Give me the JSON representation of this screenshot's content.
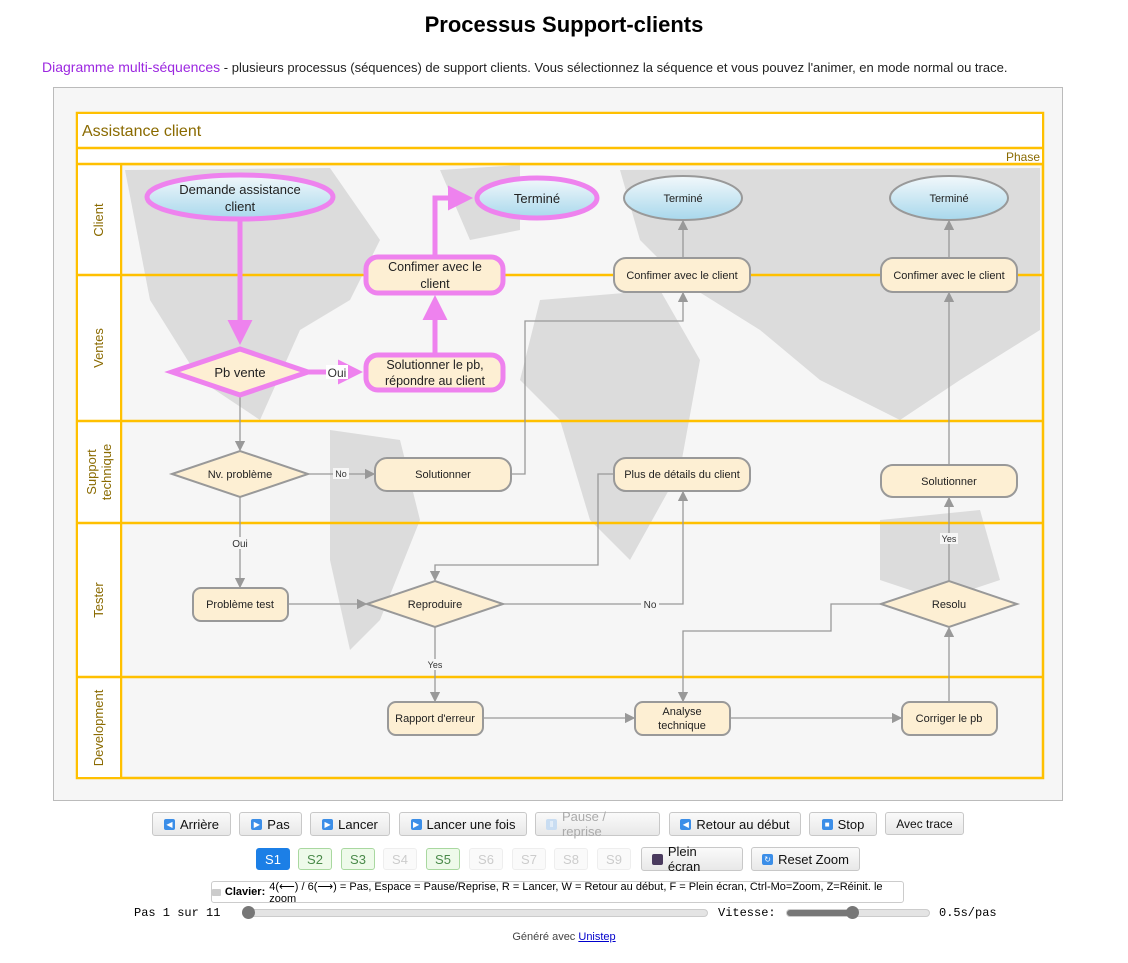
{
  "title": "Processus Support-clients",
  "intro": {
    "accent": "Diagramme multi-séquences",
    "text": " - plusieurs processus (séquences) de support clients. Vous sélectionnez la séquence et vous pouvez l'animer, en mode normal ou trace."
  },
  "diagram": {
    "pool": "Assistance client",
    "phase": "Phase",
    "lanes": [
      "Client",
      "Ventes",
      "Support",
      "technique",
      "Tester",
      "Development"
    ],
    "nodes": {
      "demande": [
        "Demande assistance",
        "client"
      ],
      "termine": "Terminé",
      "confirmer_hl": [
        "Confimer avec le",
        "client"
      ],
      "confirmer": "Confimer avec le client",
      "pb_vente": "Pb vente",
      "solutionner_pb": [
        "Solutionner le pb,",
        "répondre au client"
      ],
      "nv_probleme": "Nv. problème",
      "solutionner": "Solutionner",
      "plus_details": "Plus de détails du client",
      "probleme_test": "Problème test",
      "reproduire": "Reproduire",
      "resolu": "Resolu",
      "rapport": "Rapport d'erreur",
      "analyse": [
        "Analyse",
        "technique"
      ],
      "corriger": "Corriger le pb"
    },
    "edge_labels": {
      "oui": "Oui",
      "no": "No",
      "yes": "Yes"
    },
    "colors": {
      "lane_border": "#ffc000",
      "highlight": "#ee82ee",
      "task_fill": "#fdefd3",
      "edge": "#999999"
    }
  },
  "controls": {
    "arriere": "Arrière",
    "pas": "Pas",
    "lancer": "Lancer",
    "lancer_une_fois": "Lancer une fois",
    "pause": "Pause / reprise",
    "retour": "Retour au début",
    "stop": "Stop",
    "avec_trace": "Avec trace",
    "sequences": [
      "S1",
      "S2",
      "S3",
      "S4",
      "S5",
      "S6",
      "S7",
      "S8",
      "S9"
    ],
    "plein_ecran": "Plein écran",
    "reset_zoom": "Reset Zoom",
    "keyboard_label": "Clavier:",
    "keyboard_text": "4(⟵) / 6(⟶) = Pas, Espace = Pause/Reprise, R = Lancer, W = Retour au début, F = Plein écran, Ctrl-Mo=Zoom, Z=Réinit. le zoom",
    "step_text": "Pas 1 sur 11",
    "step_progress": 0,
    "speed_label": "Vitesse:",
    "speed_value": "0.5s/pas",
    "speed_fraction": 0.45
  },
  "footer": {
    "text": "Généré avec ",
    "link": "Unistep"
  }
}
